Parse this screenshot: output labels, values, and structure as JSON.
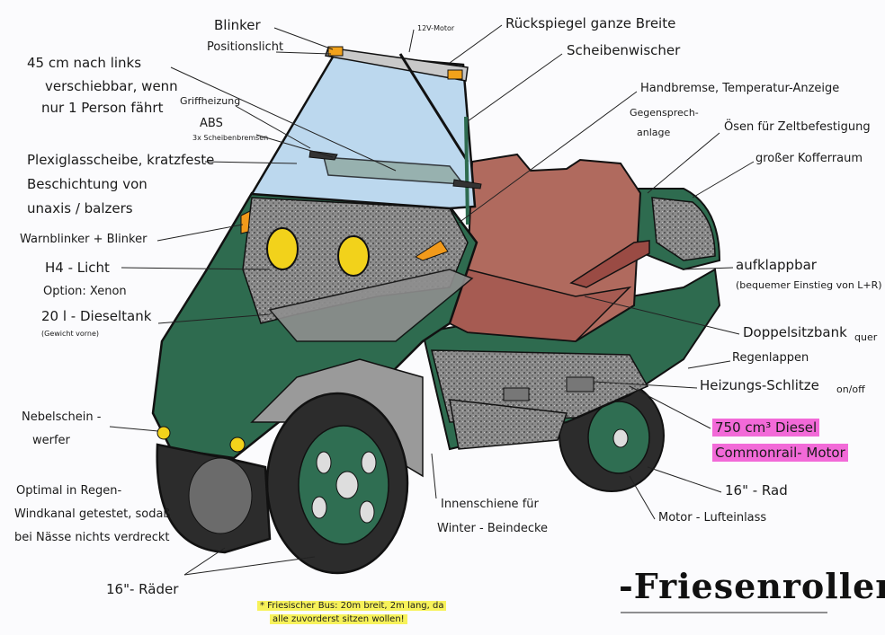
{
  "title": "-Friesenroller",
  "title_star": "*",
  "footnote": [
    "* Friesischer Bus: 20m breit, 2m lang, da",
    "alle zuvorderst sitzen wollen!"
  ],
  "labels_left": {
    "blinker": "Blinker",
    "positionslicht": "Positionslicht",
    "verschiebbar": [
      "45 cm nach links",
      "verschiebbar, wenn",
      "nur 1 Person fährt"
    ],
    "griffheizung": "Griffheizung",
    "abs": "ABS",
    "abs_sub": "3x Scheibenbremsen",
    "plexiglas": [
      "Plexiglasscheibe, kratzfeste",
      "Beschichtung von",
      "unaxis / balzers"
    ],
    "warnblinker": "Warnblinker + Blinker",
    "h4": "H4 - Licht",
    "xenon": "Option: Xenon",
    "dieseltank": "20 l - Dieseltank",
    "dieseltank_sub": "(Gewicht vorne)",
    "nebel": [
      "Nebelschein -",
      "werfer"
    ],
    "optimal": [
      "Optimal in Regen-",
      "Windkanal getestet, sodaß",
      "bei Nässe nichts verdreckt"
    ],
    "raeder": "16\"- Räder"
  },
  "labels_right": {
    "motor12v": "12V-Motor",
    "rueckspiegel": "Rückspiegel ganze Breite",
    "scheibenwischer": "Scheibenwischer",
    "handbremse": "Handbremse, Temperatur-Anzeige",
    "gegensprech": [
      "Gegensprech-",
      "anlage"
    ],
    "oesen": [
      "Ösen für Zeltbefestigung"
    ],
    "kofferraum": "großer Kofferraum",
    "aufklappbar": "aufklappbar",
    "einstieg": "(bequemer Einstieg von L+R)",
    "doppelsitz": "Doppelsitzbank",
    "quer": "quer",
    "regenlappen": "Regenlappen",
    "heizung": "Heizungs-Schlitze",
    "onoff": "on/off",
    "diesel": [
      "750 cm³ Diesel",
      "Commonrail- Motor"
    ],
    "rad16": "16\" - Rad",
    "lufteinlass": "Motor - Lufteinlass",
    "innenschiene": [
      "Innenschiene für",
      "Winter - Beindecke"
    ]
  },
  "colors": {
    "body_green": "#2e6b4f",
    "seat_red": "#b06a5e",
    "windshield": "#bcd8ee",
    "highlight_pink": "#f26ad8",
    "highlight_yellow": "#f7f25a",
    "lamp_yellow": "#f2d21b"
  }
}
